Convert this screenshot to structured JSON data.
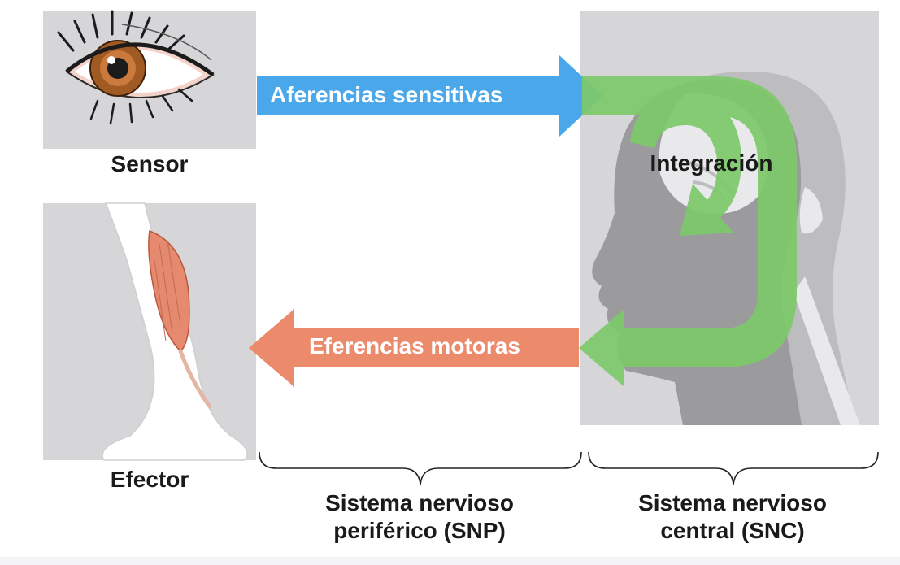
{
  "labels": {
    "sensor": "Sensor",
    "effector": "Efector",
    "integration": "Integración",
    "afferent": "Aferencias sensitivas",
    "efferent": "Eferencias motoras",
    "pns_line1": "Sistema nervioso",
    "pns_line2": "periférico (SNP)",
    "cns_line1": "Sistema nervioso",
    "cns_line2": "central (SNC)"
  },
  "colors": {
    "panel_gray": "#d6d6d9",
    "afferent_blue": "#4aa8ea",
    "efferent_orange": "#ec8a6c",
    "integration_green": "#7dc96a",
    "head_dark": "#9b9b9e",
    "head_light": "#bdbdc0"
  },
  "icons": {
    "sensor": "eye-icon",
    "effector": "leg-muscle-icon",
    "cns": "head-brain-icon"
  }
}
